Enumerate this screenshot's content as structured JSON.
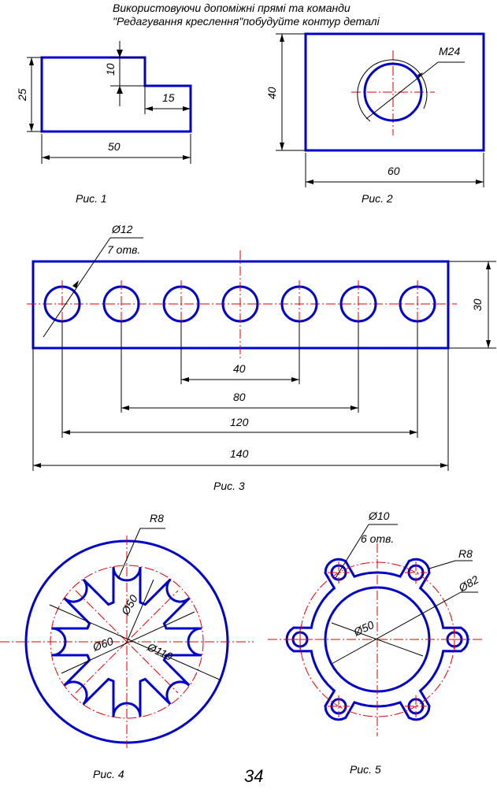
{
  "header": {
    "line1": "Використовуючи допоміжні прямі та команди",
    "line2": "\"Редагування креслення\"побудуйте контур деталі"
  },
  "fig1": {
    "caption": "Рис. 1",
    "dims": {
      "height": "25",
      "step_height": "10",
      "step_width": "15",
      "width": "50"
    }
  },
  "fig2": {
    "caption": "Рис. 2",
    "dims": {
      "thread": "M24",
      "height": "40",
      "width": "60"
    }
  },
  "fig3": {
    "caption": "Рис. 3",
    "hole_diameter": "Ø12",
    "hole_count": "7 отв.",
    "dims": {
      "d40": "40",
      "d80": "80",
      "d120": "120",
      "d140": "140",
      "height": "30"
    }
  },
  "fig4": {
    "caption": "Рис. 4",
    "dims": {
      "radius": "R8",
      "d_slots": "Ø50",
      "d_circle": "Ø60",
      "d_outer": "Ø110"
    }
  },
  "fig5": {
    "caption": "Рис. 5",
    "hole_diameter": "Ø10",
    "hole_count": "6 отв.",
    "dims": {
      "radius": "R8",
      "d_outer": "Ø82",
      "d_inner": "Ø50"
    }
  },
  "page_number": "34",
  "colors": {
    "outline": "#0000cc",
    "axis": "#e00000",
    "dimension": "#000000"
  }
}
